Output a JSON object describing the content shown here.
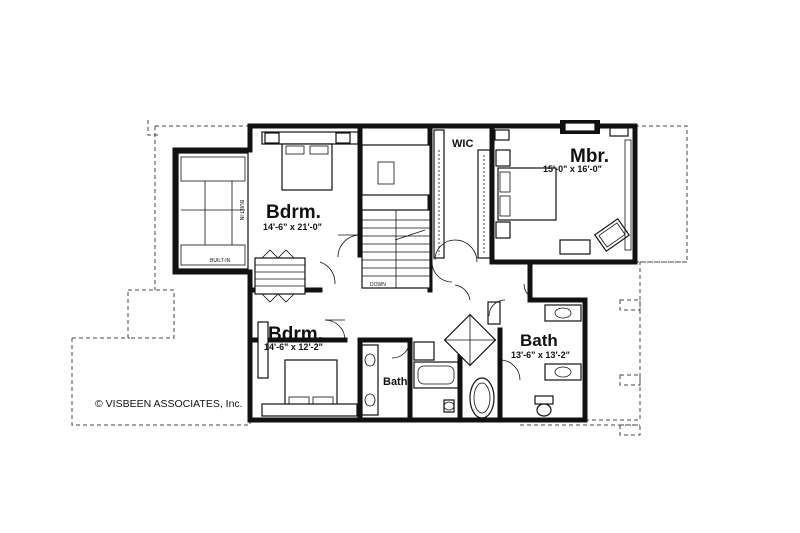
{
  "rooms": {
    "bedroom_1": {
      "name": "Bdrm.",
      "size": "14'-6\" x 21'-0\""
    },
    "bedroom_2": {
      "name": "Bdrm.",
      "size": "14'-6\" x 12'-2\""
    },
    "master_bedroom": {
      "name": "Mbr.",
      "size": "15'-0\" x 16'-0\""
    },
    "walk_in_closet": {
      "name": "WIC"
    },
    "master_bath": {
      "name": "Bath",
      "size": "13'-6\" x 13'-2\""
    },
    "hall_bath": {
      "name": "Bath"
    }
  },
  "stair": {
    "label": "DOWN"
  },
  "notes": {
    "built_in_1": "BUILT-IN",
    "built_in_2": "BUILT-IN"
  },
  "copyright": "© VISBEEN ASSOCIATES, Inc."
}
